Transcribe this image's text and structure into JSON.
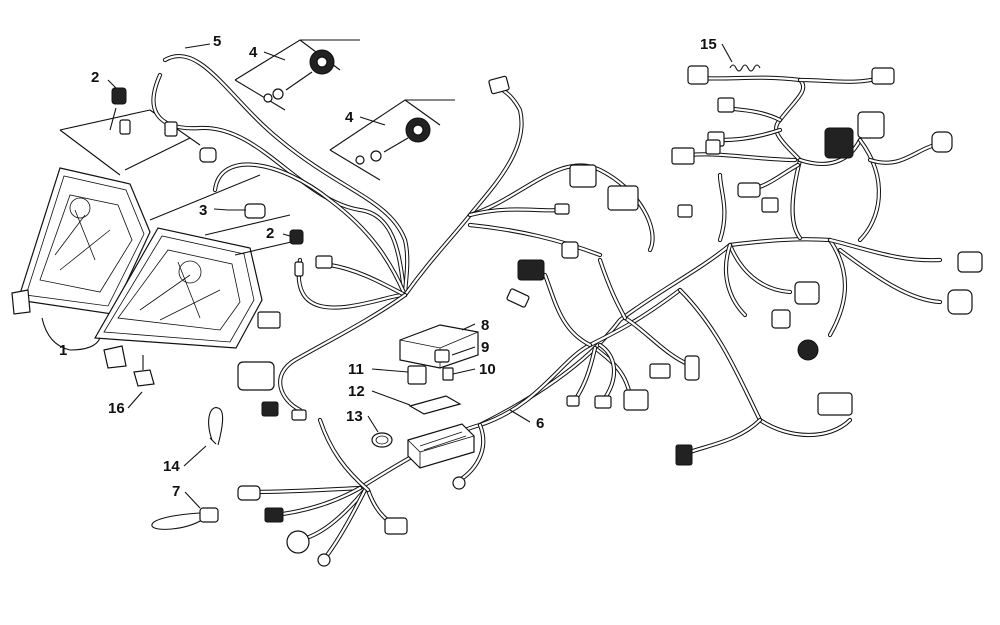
{
  "callouts": [
    {
      "id": "1",
      "text": "1"
    },
    {
      "id": "2a",
      "text": "2"
    },
    {
      "id": "2b",
      "text": "2"
    },
    {
      "id": "3",
      "text": "3"
    },
    {
      "id": "4a",
      "text": "4"
    },
    {
      "id": "4b",
      "text": "4"
    },
    {
      "id": "5",
      "text": "5"
    },
    {
      "id": "6",
      "text": "6"
    },
    {
      "id": "7",
      "text": "7"
    },
    {
      "id": "8",
      "text": "8"
    },
    {
      "id": "9",
      "text": "9"
    },
    {
      "id": "10",
      "text": "10"
    },
    {
      "id": "11",
      "text": "11"
    },
    {
      "id": "12",
      "text": "12"
    },
    {
      "id": "13",
      "text": "13"
    },
    {
      "id": "14",
      "text": "14"
    },
    {
      "id": "15",
      "text": "15"
    },
    {
      "id": "16",
      "text": "16"
    }
  ]
}
